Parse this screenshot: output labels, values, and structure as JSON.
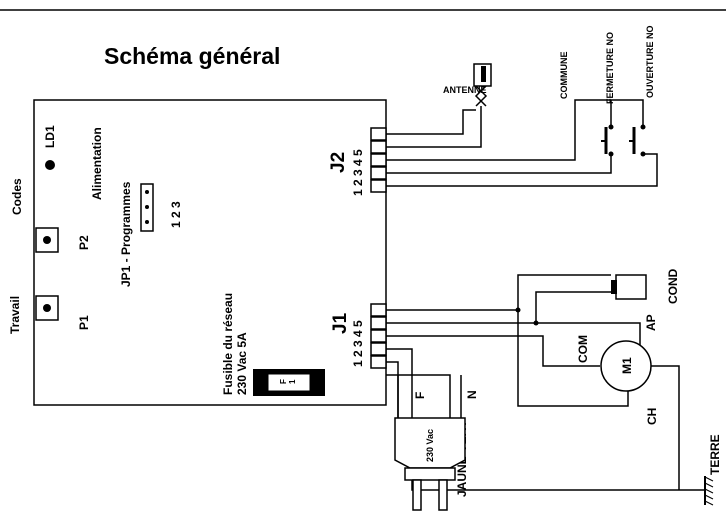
{
  "title": "Schéma général",
  "board": {
    "ld1": "LD1",
    "alimentation": "Alimentation",
    "codes": "Codes",
    "travail": "Travail",
    "p1": "P1",
    "p2": "P2",
    "jp1": "JP1 - Programmes",
    "jp1_pins": "1 2 3",
    "j1": "J1",
    "j2": "J2",
    "j1_pins": "1 2 3 4 5",
    "j2_pins": "1 2 3 4 5",
    "fuse_line1": "Fusible du réseau",
    "fuse_line2": "230 Vac  5A",
    "fuse_f": "F",
    "fuse_1": "1"
  },
  "external": {
    "antenne": "ANTENNE",
    "commune": "COMMUNE",
    "fermeture": "FERMETURE NO",
    "ouverture": "OUVERTURE NO",
    "cond": "COND",
    "com": "COM",
    "ap": "AP",
    "ch": "CH",
    "m1": "M1",
    "terre": "TERRE",
    "jaune_vert": "JAUNE-VERT",
    "plug": "230 Vac",
    "f": "F",
    "n": "N"
  }
}
